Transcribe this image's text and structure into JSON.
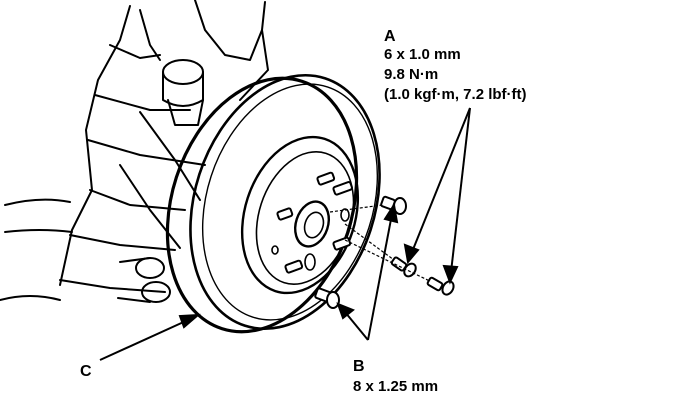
{
  "callouts": {
    "a": {
      "letter": "A",
      "spec": "6 x 1.0 mm",
      "torque_metric": "9.8 N·m",
      "torque_other": "(1.0 kgf·m, 7.2 lbf·ft)"
    },
    "b": {
      "letter": "B",
      "spec": "8 x 1.25 mm"
    },
    "c": {
      "letter": "C"
    }
  }
}
